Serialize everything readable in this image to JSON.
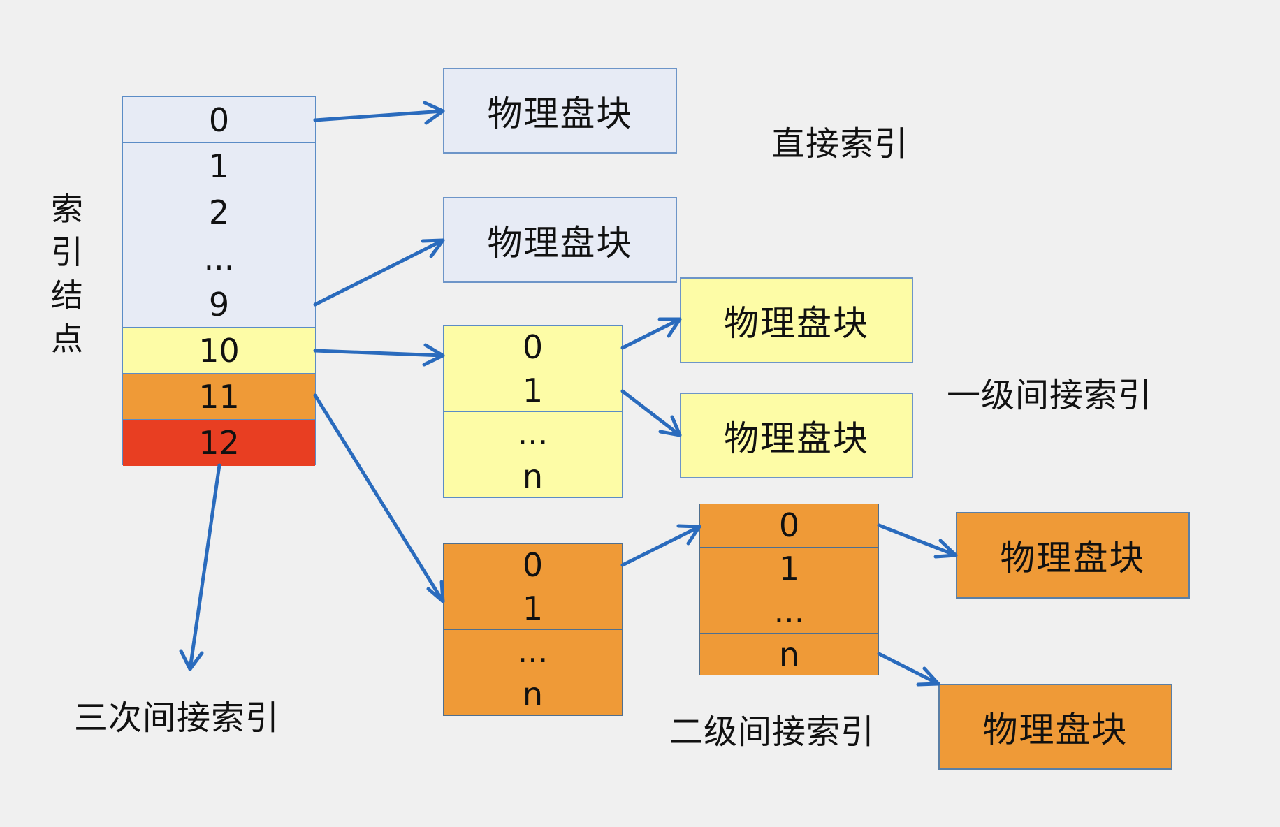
{
  "labels": {
    "inode": "索引结点",
    "direct": "直接索引",
    "single_indirect": "一级间接索引",
    "double_indirect": "二级间接索引",
    "triple_indirect": "三次间接索引",
    "block": "物理盘块"
  },
  "inode_table": {
    "rows": [
      {
        "label": "0",
        "color": "#e7ebf5"
      },
      {
        "label": "1",
        "color": "#e7ebf5"
      },
      {
        "label": "2",
        "color": "#e7ebf5"
      },
      {
        "label": "...",
        "color": "#e7ebf5"
      },
      {
        "label": "9",
        "color": "#e7ebf5"
      },
      {
        "label": "10",
        "color": "#fdfca6"
      },
      {
        "label": "11",
        "color": "#ef9a37"
      },
      {
        "label": "12",
        "color": "#e83e22"
      }
    ]
  },
  "single_index_block": {
    "rows": [
      "0",
      "1",
      "...",
      "n"
    ]
  },
  "double_index_block_1": {
    "rows": [
      "0",
      "1",
      "...",
      "n"
    ]
  },
  "double_index_block_2": {
    "rows": [
      "0",
      "1",
      "...",
      "n"
    ]
  },
  "colors": {
    "direct": "#e7ebf5",
    "single": "#fdfca6",
    "double": "#ef9a37",
    "triple": "#e83e22",
    "arrow": "#2a6bbd"
  }
}
